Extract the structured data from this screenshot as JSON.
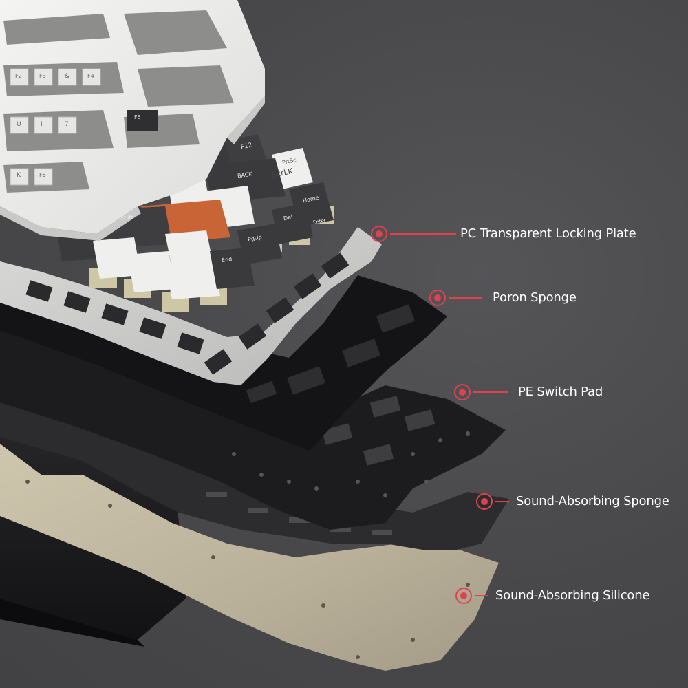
{
  "accent_color": "#e0414f",
  "layers": [
    {
      "id": "pc-plate",
      "label": "PC Transparent Locking Plate"
    },
    {
      "id": "poron-sponge",
      "label": "Poron Sponge"
    },
    {
      "id": "pe-switch-pad",
      "label": "PE Switch Pad"
    },
    {
      "id": "sound-absorbing-sponge",
      "label": "Sound-Absorbing Sponge"
    },
    {
      "id": "sound-absorbing-silicone",
      "label": "Sound-Absorbing Silicone"
    }
  ],
  "keycaps": {
    "frame_row1": [
      "F2",
      "F3",
      "F4"
    ],
    "frame_row2": [
      "F5",
      "F6"
    ],
    "frame_row3": [
      "7",
      "&"
    ],
    "frame_row4": [
      "U",
      "I"
    ],
    "frame_row5": [
      "K"
    ],
    "f12": "F12",
    "prtsc": "PrtSc",
    "back": "BACK",
    "scrlk": "ScrLK",
    "home": "Home",
    "del": "Del",
    "shift": "Shift",
    "enter": "Enter",
    "pgup": "PgUp",
    "end": "End"
  }
}
